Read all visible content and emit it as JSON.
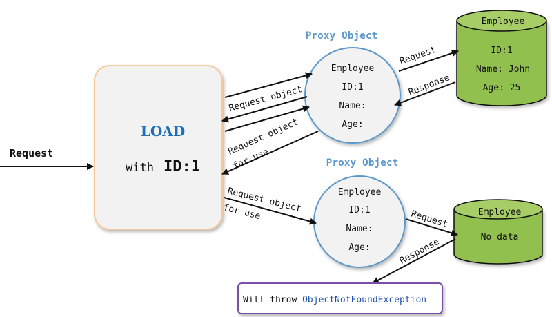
{
  "request_label": "Request",
  "load_box": {
    "title": "LOAD",
    "with_text": "with",
    "id_text": "ID:1"
  },
  "proxy_top": {
    "title": "Proxy Object",
    "lines": [
      "Employee",
      "ID:1",
      "Name:",
      "Age:"
    ]
  },
  "proxy_bottom": {
    "title": "Proxy Object",
    "lines": [
      "Employee",
      "ID:1",
      "Name:",
      "Age:"
    ]
  },
  "db_top": {
    "title": "Employee",
    "lines": [
      "ID:1",
      "Name: John",
      "Age: 25"
    ]
  },
  "db_bottom": {
    "title": "Employee",
    "lines": [
      "No data"
    ]
  },
  "edge_labels": {
    "request_object": "Request object",
    "request_object_for_use_1": "Request object",
    "request_object_for_use_2": "for use",
    "bottom_request_object_1": "Request object",
    "bottom_request_object_2": "for use",
    "top_request": "Request",
    "top_response": "Response",
    "bottom_request": "Request",
    "bottom_response": "Response"
  },
  "exception_box": {
    "prefix": "Will throw ",
    "exception": "ObjectNotFoundException"
  },
  "colors": {
    "load_fill": "#f2f2f2",
    "load_border": "#f6c99b",
    "proxy_border": "#5b97c9",
    "db_fill": "#92c050",
    "db_border": "#111111",
    "exception_border": "#7a4fa8",
    "exception_text": "#1f4fa8"
  }
}
